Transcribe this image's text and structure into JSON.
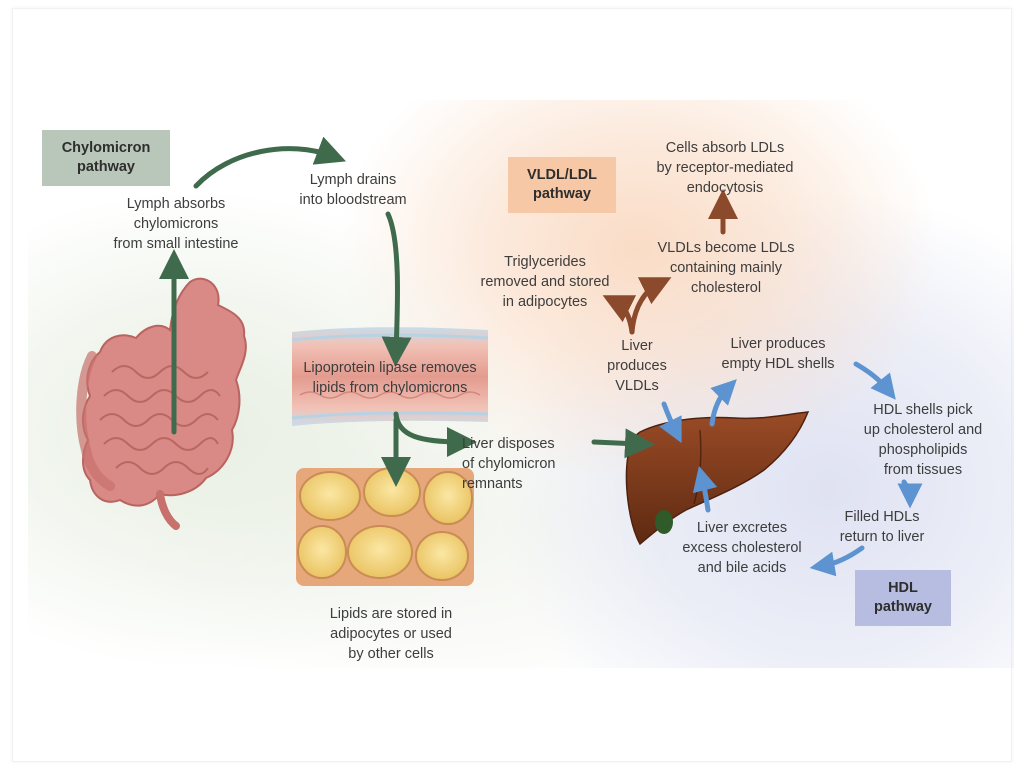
{
  "pathways": {
    "chylomicron": {
      "label": "Chylomicron\npathway",
      "color": "#b9c6ba"
    },
    "vldl_ldl": {
      "label": "VLDL/LDL\npathway",
      "color": "#f7c8a5"
    },
    "hdl": {
      "label": "HDL\npathway",
      "color": "#b7bde0"
    }
  },
  "labels": {
    "lymph_absorbs": "Lymph absorbs\nchylomicrons\nfrom small intestine",
    "lymph_drains": "Lymph drains\ninto bloodstream",
    "lipoprotein_lipase": "Lipoprotein lipase removes\nlipids from chylomicrons",
    "lipids_stored": "Lipids are stored in\nadipocytes or used\nby other cells",
    "liver_disposes": "Liver disposes\nof chylomicron\nremnants",
    "triglycerides": "Triglycerides\nremoved and stored\nin adipocytes",
    "cells_absorb": "Cells absorb LDLs\nby receptor-mediated\nendocytosis",
    "vldls_become": "VLDLs become LDLs\ncontaining mainly\ncholesterol",
    "liver_produces_vldl": "Liver\nproduces\nVLDLs",
    "liver_produces_hdl": "Liver produces\nempty HDL shells",
    "hdl_shells_pick": "HDL shells pick\nup cholesterol and\nphospholipids\nfrom tissues",
    "filled_hdls": "Filled HDLs\nreturn to liver",
    "liver_excretes": "Liver excretes\nexcess cholesterol\nand bile acids"
  },
  "colors": {
    "green_arrow": "#3f6b4c",
    "brown_arrow": "#8c4a2c",
    "blue_arrow": "#5c93d0",
    "liver": "#7a3a1d",
    "intestine": "#d98a86",
    "adipocyte": "#f3d27a",
    "vessel": "#e8a49a"
  },
  "icons": [
    "small-intestine-icon",
    "blood-vessel-icon",
    "adipocytes-icon",
    "liver-icon"
  ]
}
